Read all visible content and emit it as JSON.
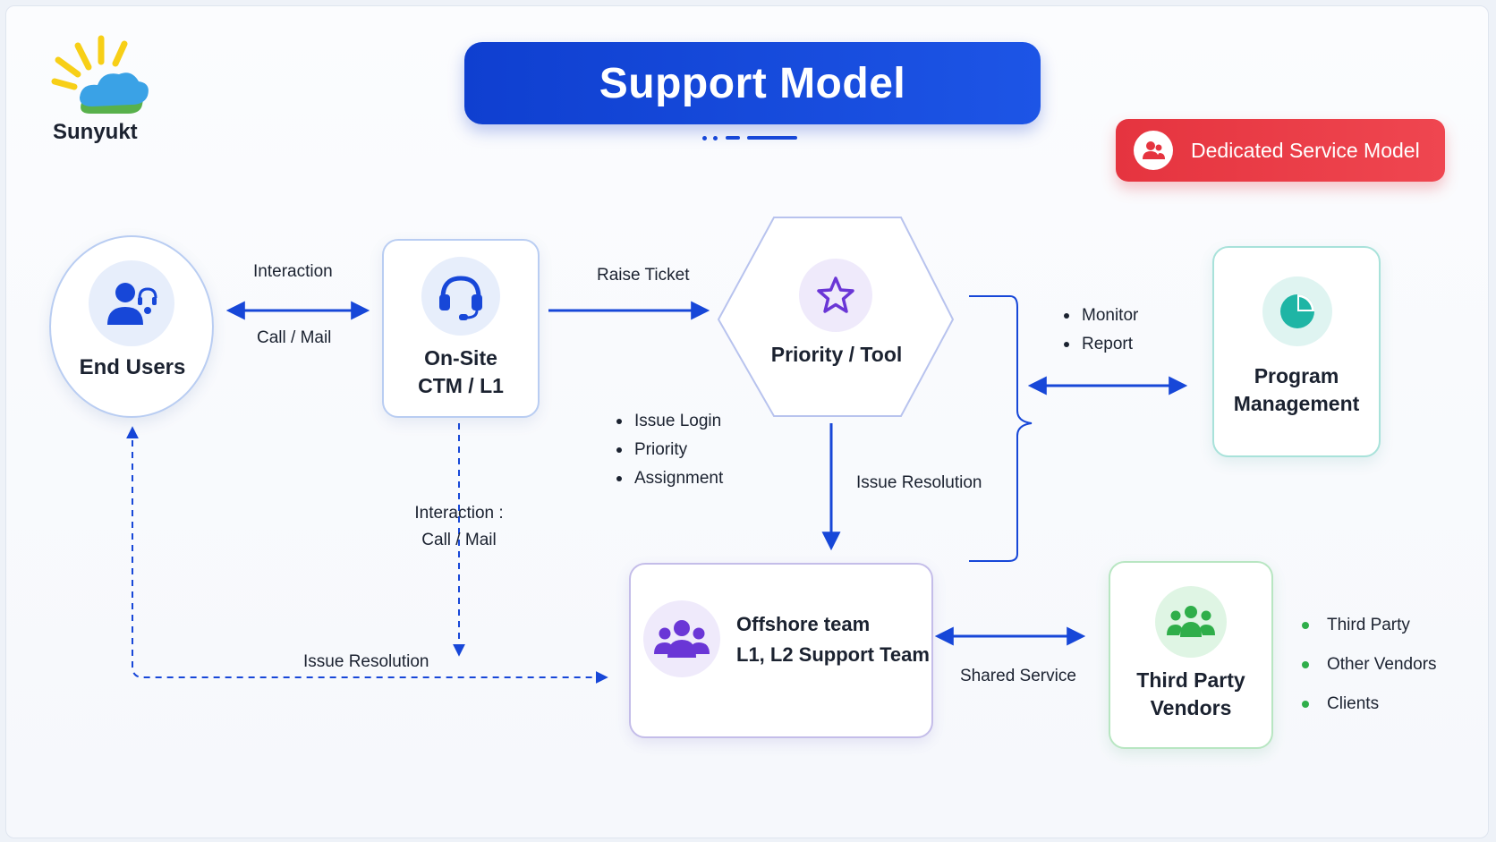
{
  "logo": {
    "text": "Sunyukt"
  },
  "header": {
    "title": "Support Model"
  },
  "badge": {
    "label": "Dedicated Service Model"
  },
  "nodes": {
    "end_users": {
      "label": "End Users"
    },
    "onsite": {
      "line1": "On-Site",
      "line2": "CTM / L1"
    },
    "priority_tool": {
      "label": "Priority / Tool"
    },
    "program_management": {
      "line1": "Program",
      "line2": "Management"
    },
    "offshore": {
      "line1": "Offshore team",
      "line2": "L1, L2 Support Team"
    },
    "vendors": {
      "line1": "Third Party",
      "line2": "Vendors"
    }
  },
  "edges": {
    "interaction": "Interaction",
    "call_mail": "Call / Mail",
    "raise_ticket": "Raise Ticket",
    "issue_resolution_down": "Issue Resolution",
    "interaction_call_mail_line1": "Interaction :",
    "interaction_call_mail_line2": "Call / Mail",
    "issue_resolution_bottom": "Issue Resolution",
    "shared_service": "Shared Service"
  },
  "lists": {
    "ticket_steps": [
      "Issue Login",
      "Priority",
      "Assignment"
    ],
    "monitoring": [
      "Monitor",
      "Report"
    ],
    "vendor_types": [
      "Third Party",
      "Other Vendors",
      "Clients"
    ]
  },
  "colors": {
    "primary_blue": "#1747d8",
    "badge_red": "#e5343f",
    "purple": "#6a36d6",
    "teal": "#1fb5a5",
    "green": "#2fae4a"
  },
  "icons": {
    "end_users": "user-headset-icon",
    "onsite": "headset-icon",
    "priority_tool": "star-icon",
    "program_management": "pie-chart-icon",
    "offshore": "team-icon",
    "vendors": "group-icon",
    "badge": "users-icon"
  }
}
